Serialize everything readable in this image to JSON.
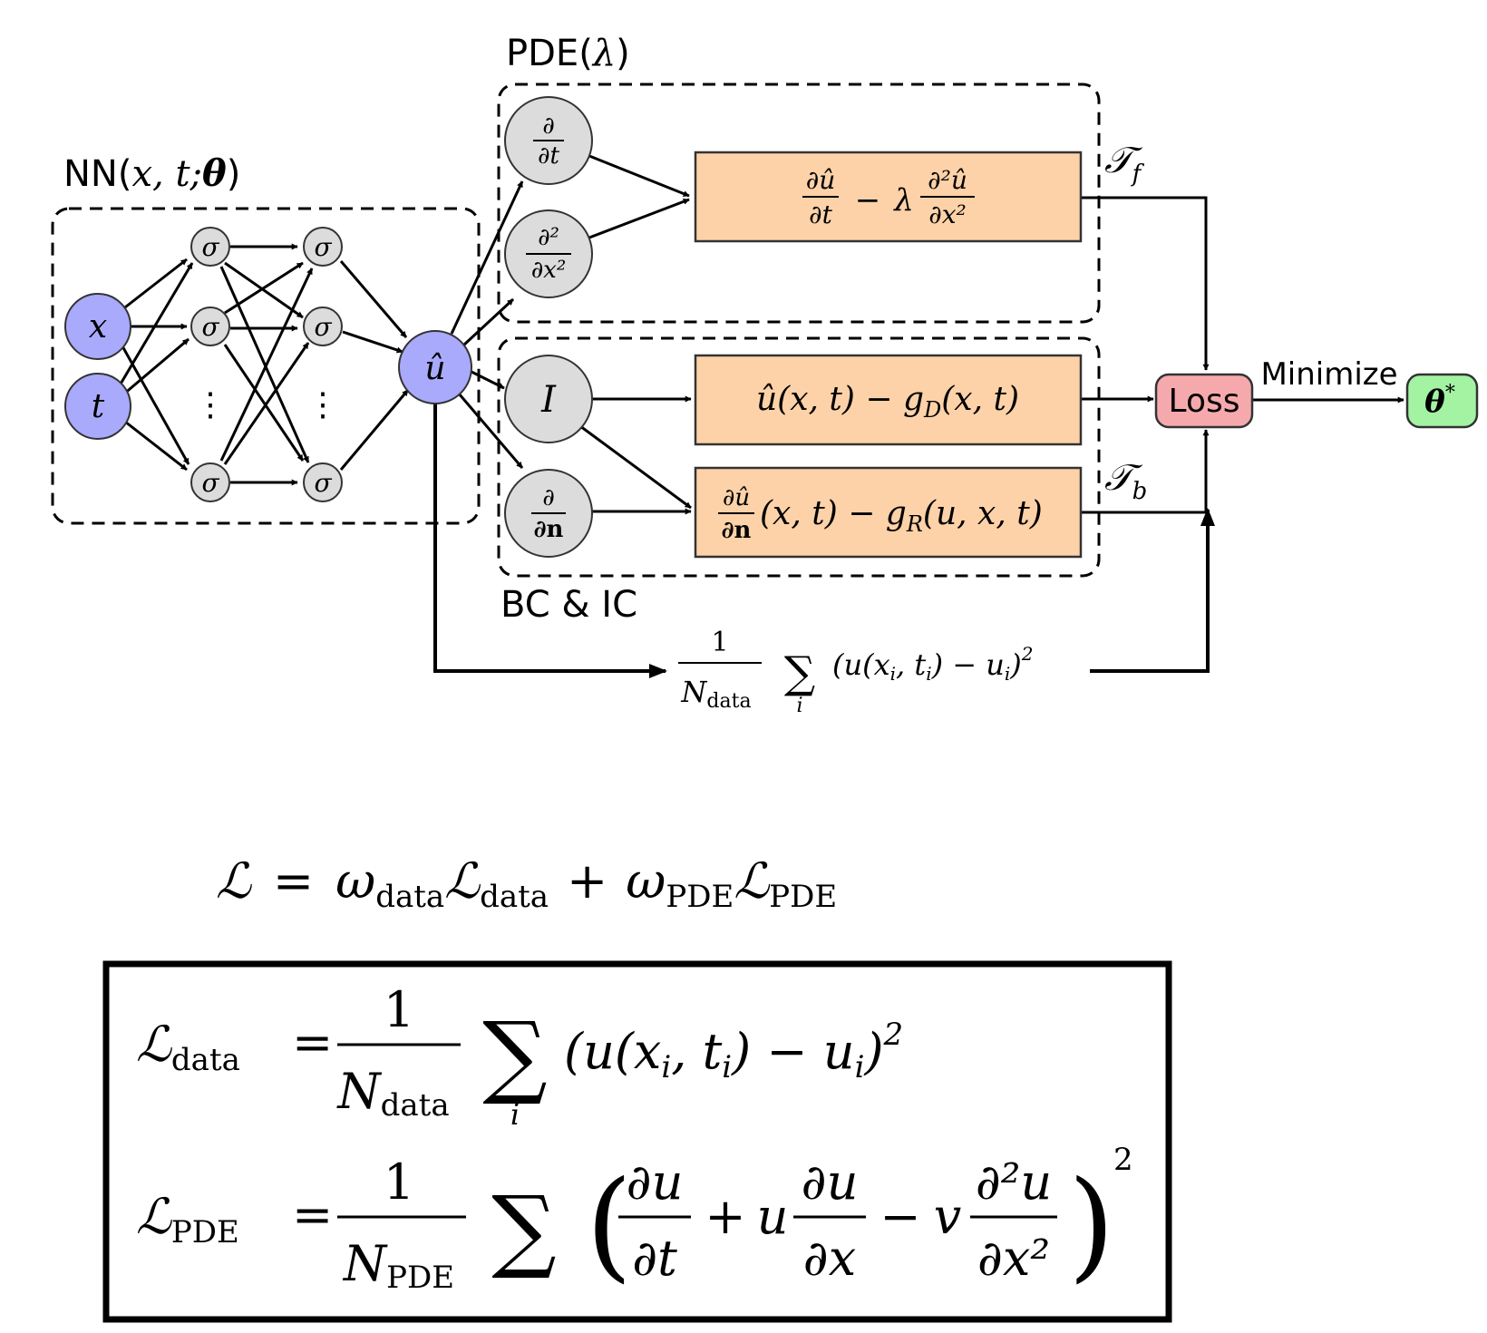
{
  "labels": {
    "nn_prefix": "NN(",
    "nn_args": "x, t;",
    "nn_theta": "θ",
    "nn_close": ")",
    "pde_prefix": "PDE(",
    "pde_lambda": "λ",
    "pde_close": ")",
    "bcic": "BC & IC",
    "tf": "𝒯",
    "tf_sub": "f",
    "tb": "𝒯",
    "tb_sub": "b",
    "minimize": "Minimize",
    "loss": "Loss",
    "theta_star": "θ",
    "theta_star_sup": "*"
  },
  "nodes": {
    "x": "x",
    "t": "t",
    "sigma": "σ",
    "vdots": "⋮",
    "u_hat": "û",
    "identity": "I",
    "d_dt_num": "∂",
    "d_dt_den": "∂t",
    "d2_num": "∂²",
    "d2_den": "∂x²",
    "dn_num": "∂",
    "dn_den": "∂n"
  },
  "boxes": {
    "pde_residual": {
      "n1": "∂û",
      "d1": "∂t",
      "minus": "−",
      "lam": "λ",
      "n2": "∂²û",
      "d2": "∂x²"
    },
    "dirichlet": "û(x, t) − g",
    "dirichlet_sub": "D",
    "dirichlet_tail": "(x, t)",
    "robin_num": "∂û",
    "robin_den": "∂n",
    "robin_mid": "(x, t) − g",
    "robin_sub": "R",
    "robin_tail": "(u, x, t)"
  },
  "data_term": {
    "one": "1",
    "N": "N",
    "N_sub": "data",
    "sum": "∑",
    "sum_sub": "i",
    "body": "(u(x",
    "xi_sub": "i",
    "comma_t": ", t",
    "ti_sub": "i",
    "mid": ") − u",
    "ui_sub": "i",
    "close": ")",
    "sq": "2"
  },
  "equations": {
    "total": {
      "L": "ℒ",
      "eq": "=",
      "w1": "ω",
      "w1_sub": "data",
      "L1": "ℒ",
      "L1_sub": "data",
      "plus": "+",
      "w2": "ω",
      "w2_sub": "PDE",
      "L2": "ℒ",
      "L2_sub": "PDE"
    },
    "data": {
      "L": "ℒ",
      "L_sub": "data",
      "eq": "=",
      "one": "1",
      "N": "N",
      "N_sub": "data",
      "sum": "∑",
      "sum_sub": "i",
      "body": "(u(x",
      "xi_sub": "i",
      "comma_t": ", t",
      "ti_sub": "i",
      "mid": ") − u",
      "ui_sub": "i",
      "close": ")",
      "sq": "2"
    },
    "pde": {
      "L": "ℒ",
      "L_sub": "PDE",
      "eq": "=",
      "one": "1",
      "N": "N",
      "N_sub": "PDE",
      "sum": "∑",
      "lparen": "(",
      "n1": "∂u",
      "d1": "∂t",
      "plus": "+",
      "u": "u",
      "n2": "∂u",
      "d2": "∂x",
      "minus": "−",
      "v": "v",
      "n3": "∂²u",
      "d3": "∂x²",
      "rparen": ")",
      "sq": "2"
    }
  },
  "colors": {
    "input_node": "#a9aafb",
    "hidden_node": "#dcdcdc",
    "op_node": "#dcdcdc",
    "residual_box": "#fdd2a8",
    "loss_box": "#f6a9ad",
    "theta_box": "#a3f3a3",
    "line": "#000000"
  }
}
